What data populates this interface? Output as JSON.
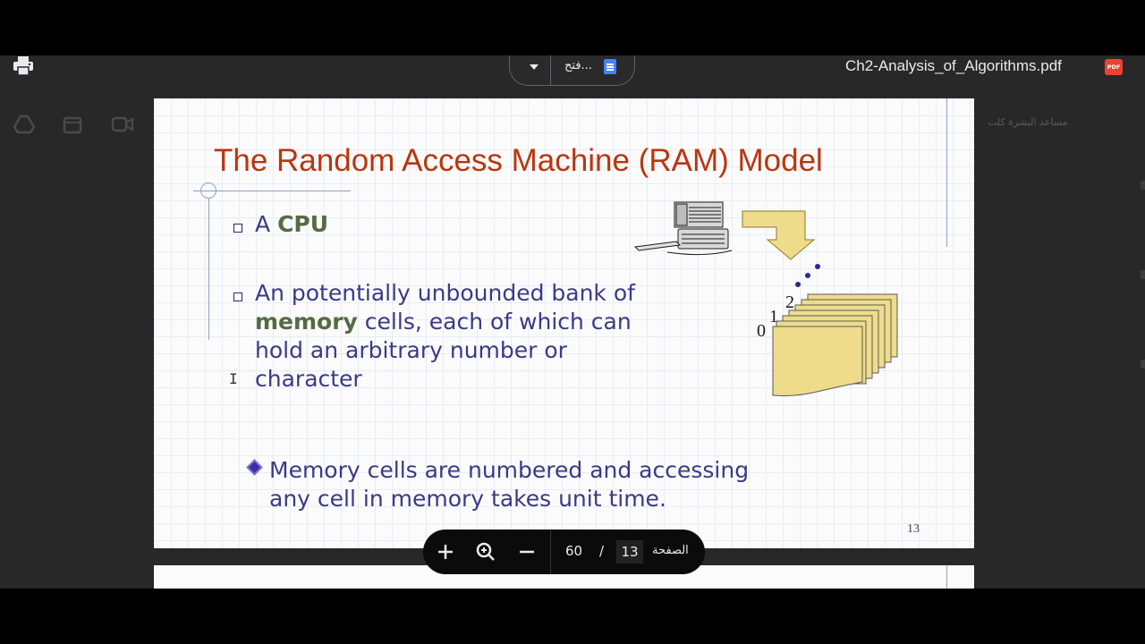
{
  "toolbar": {
    "file_title": "Ch2-Analysis_of_Algorithms.pdf",
    "pdf_badge": "PDF",
    "open_with_label": "فتح...",
    "print_icon": "print-icon",
    "docs_icon": "google-docs-icon",
    "dropdown_icon": "chevron-down-icon"
  },
  "background_panel": {
    "icons": [
      "google-drive-icon",
      "calendar-icon",
      "video-camera-icon"
    ],
    "faded_text": "مساعد البشرة كلت"
  },
  "slide": {
    "title": "The Random Access Machine (RAM) Model",
    "bullet1": {
      "prefix": "A ",
      "keyword": "CPU"
    },
    "bullet2": {
      "line1": "An potentially unbounded bank of",
      "keyword": "memory",
      "line2_rest": " cells, each of which can",
      "line3": "hold an arbitrary number or",
      "line4": "character"
    },
    "sub_bullet": {
      "line1": "Memory cells are numbered and accessing",
      "line2": "any cell in memory takes unit time."
    },
    "figure_labels": {
      "cell0": "0",
      "cell1": "1",
      "cell2": "2"
    },
    "page_number": "13"
  },
  "page_nav": {
    "current_page": "13",
    "total_pages": "60",
    "separator": "/",
    "page_label": "الصفحة",
    "zoom_in_icon": "plus-icon",
    "zoom_fit_icon": "magnifier-icon",
    "zoom_out_icon": "minus-icon"
  },
  "colors": {
    "title": "#b9360f",
    "body_text": "#3a3a86",
    "keyword": "#546b44",
    "memory_fill": "#eedc8a",
    "viewer_bg": "#282828"
  }
}
